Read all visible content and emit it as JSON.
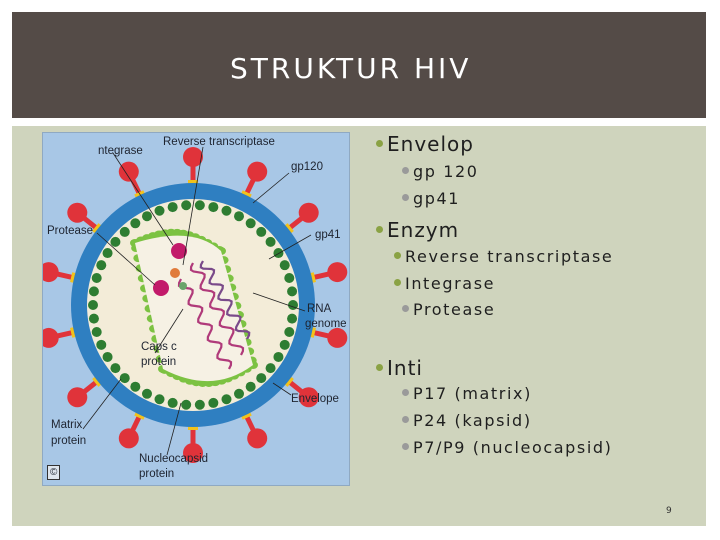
{
  "slide": {
    "title": "STRUKTUR HIV",
    "page_number": "9"
  },
  "figure": {
    "labels": {
      "integrase": "ntegrase",
      "reverse_transcriptase": "Reverse transcriptase",
      "gp120": "gp120",
      "protease": "Protease",
      "gp41": "gp41",
      "rna_genome_1": "RNA",
      "rna_genome_2": "genome",
      "capsid_1": "Caps c",
      "capsid_2": "protein",
      "envelope": "Envelope",
      "matrix_1": "Matrix",
      "matrix_2": "protein",
      "nucleocapsid_1": "Nucleocapsid",
      "nucleocapsid_2": "protein",
      "copyright": "©"
    }
  },
  "bullets": {
    "envelop": {
      "label": "Envelop",
      "items": [
        "gp 120",
        "gp41"
      ]
    },
    "enzym": {
      "label": "Enzym",
      "items": [
        "Reverse transcriptase",
        "Integrase",
        "Protease"
      ]
    },
    "inti": {
      "label": "Inti",
      "items": [
        "P17 (matrix)",
        "P24 (kapsid)",
        "P7/P9 (nucleocapsid)"
      ]
    }
  },
  "colors": {
    "header": "#544b47",
    "background": "#cfd4bd",
    "bullet_green": "#8aa244",
    "bullet_gray": "#9a9a9a"
  }
}
